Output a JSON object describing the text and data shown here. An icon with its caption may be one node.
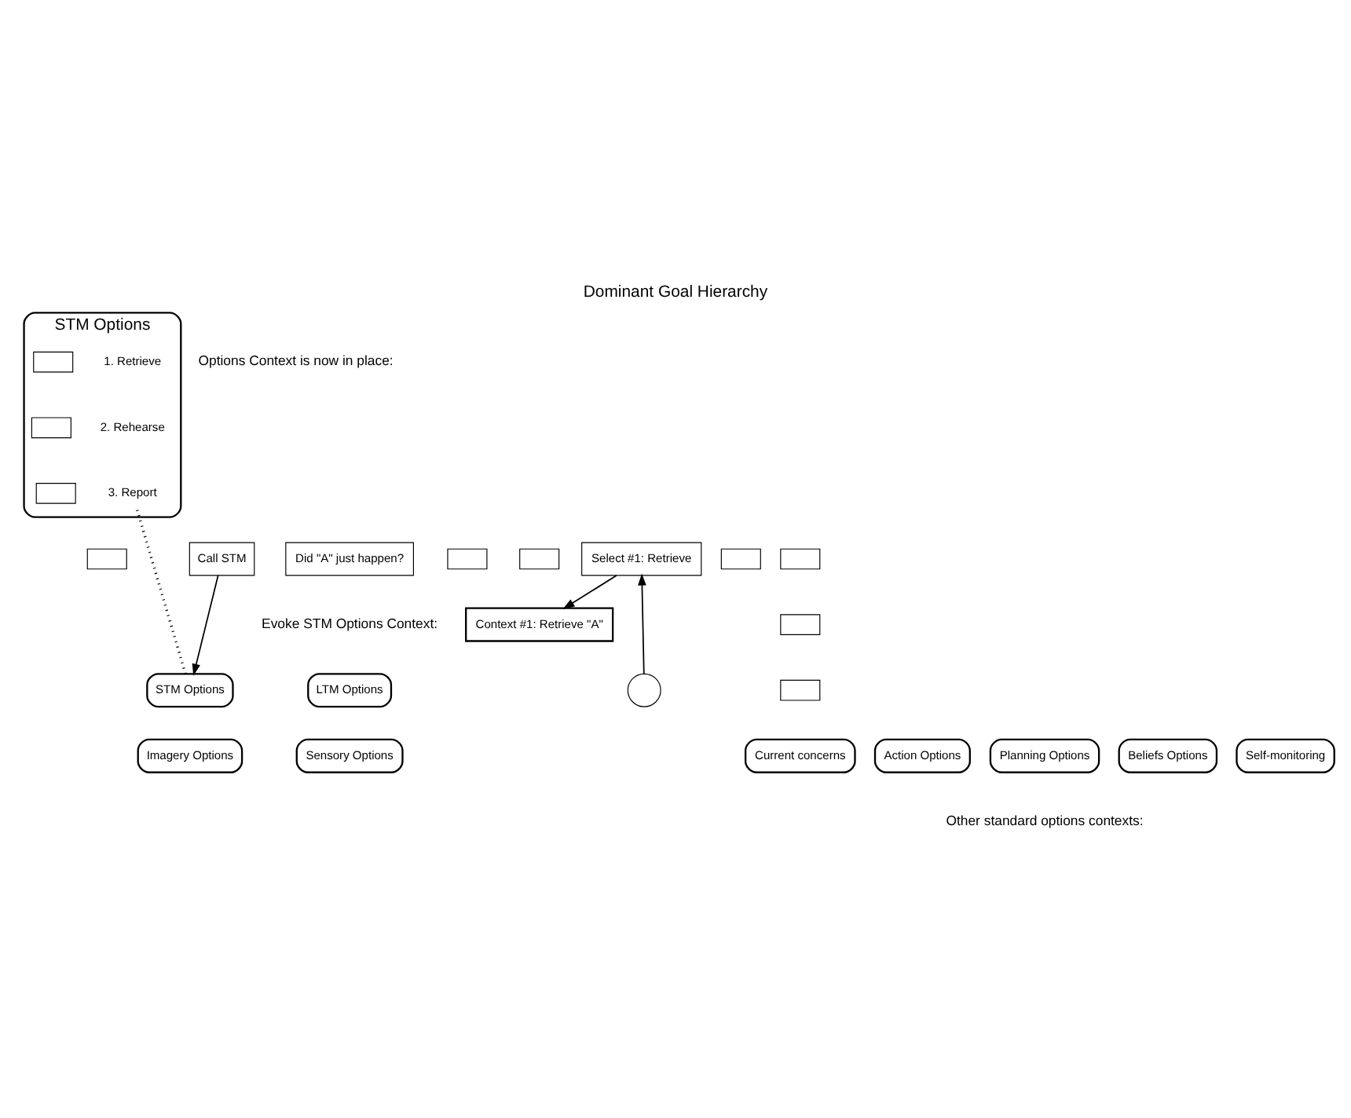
{
  "diagram": {
    "title": "Dominant Goal Hierarchy",
    "nodes": [
      {
        "text": [
          "STM Options"
        ]
      },
      {
        "text": [
          "1. Retrieve"
        ],
        "in": 0
      },
      {
        "text": [],
        "shape": "box",
        "in": 0
      },
      {
        "text": [
          "2. Rehearse"
        ],
        "in": 0
      },
      {
        "text": [],
        "shape": "box",
        "in": 0
      },
      {
        "text": [
          "3. Report"
        ],
        "in": 0
      },
      {
        "text": [],
        "shape": "box",
        "in": 0
      },
      {
        "text": [
          "Did \"A\" just happen?"
        ]
      },
      {
        "text": [
          "Call STM"
        ]
      },
      {
        "text": [],
        "shape": "box"
      },
      {
        "text": [],
        "shape": "box"
      },
      {
        "text": [
          "Select #1: Retrieve"
        ]
      },
      {
        "text": [],
        "shape": "box"
      },
      {
        "text": [],
        "shape": "box"
      },
      {
        "text": [
          "Context #1: Retrieve \"A\""
        ]
      },
      {
        "text": [],
        "shape": "circle"
      },
      {
        "text": [
          "LTM Options"
        ]
      },
      {
        "text": [
          "STM Options"
        ]
      },
      {
        "text": [],
        "shape": "box"
      },
      {
        "text": [],
        "shape": "box"
      },
      {
        "text": [],
        "shape": "box"
      },
      {
        "text": [
          "Sensory Options"
        ]
      },
      {
        "text": [
          "Action Options"
        ]
      },
      {
        "text": [
          "Imagery Options"
        ]
      },
      {
        "text": [
          "Planning Options"
        ]
      },
      {
        "text": [
          "Beliefs Options"
        ]
      },
      {
        "text": [
          "Current concerns"
        ]
      },
      {
        "text": [
          "Self-monitoring"
        ]
      }
    ],
    "edges": [
      {
        "from": 8,
        "to": 17,
        "arrow": "to"
      },
      {
        "from": 17,
        "to": 5,
        "arrow": "none",
        "style": "dashed"
      },
      {
        "from": 15,
        "to": 11,
        "arrow": "to"
      },
      {
        "from": 11,
        "to": 14,
        "arrow": "to"
      }
    ],
    "labels": [
      "Options Context is now in place:",
      "Evoke STM Options Context:",
      "Other standard options contexts:"
    ]
  }
}
